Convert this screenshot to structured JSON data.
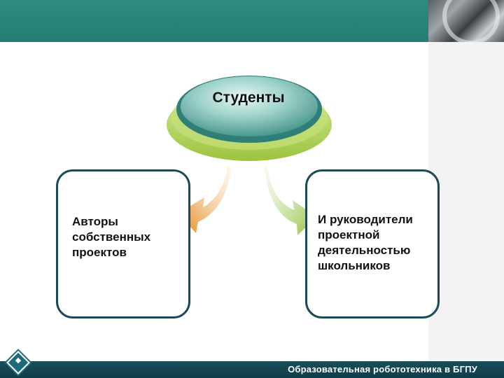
{
  "diagram": {
    "center_label": "Студенты",
    "left_box_text": "Авторы\nсобственных\nпроектов",
    "right_box_text": "И руководители\nпроектной\nдеятельностью\nшкольников"
  },
  "footer": {
    "text": "Образовательная робототехника в БГПУ"
  },
  "colors": {
    "header_teal": "#2f8a7f",
    "footer_dark": "#0f3e4a",
    "box_border": "#1b4a57",
    "ellipse_teal": "#5fb3a8",
    "ellipse_green": "#a8cc52",
    "arrow_orange": "#e08a1e",
    "arrow_green": "#9bc44a"
  }
}
